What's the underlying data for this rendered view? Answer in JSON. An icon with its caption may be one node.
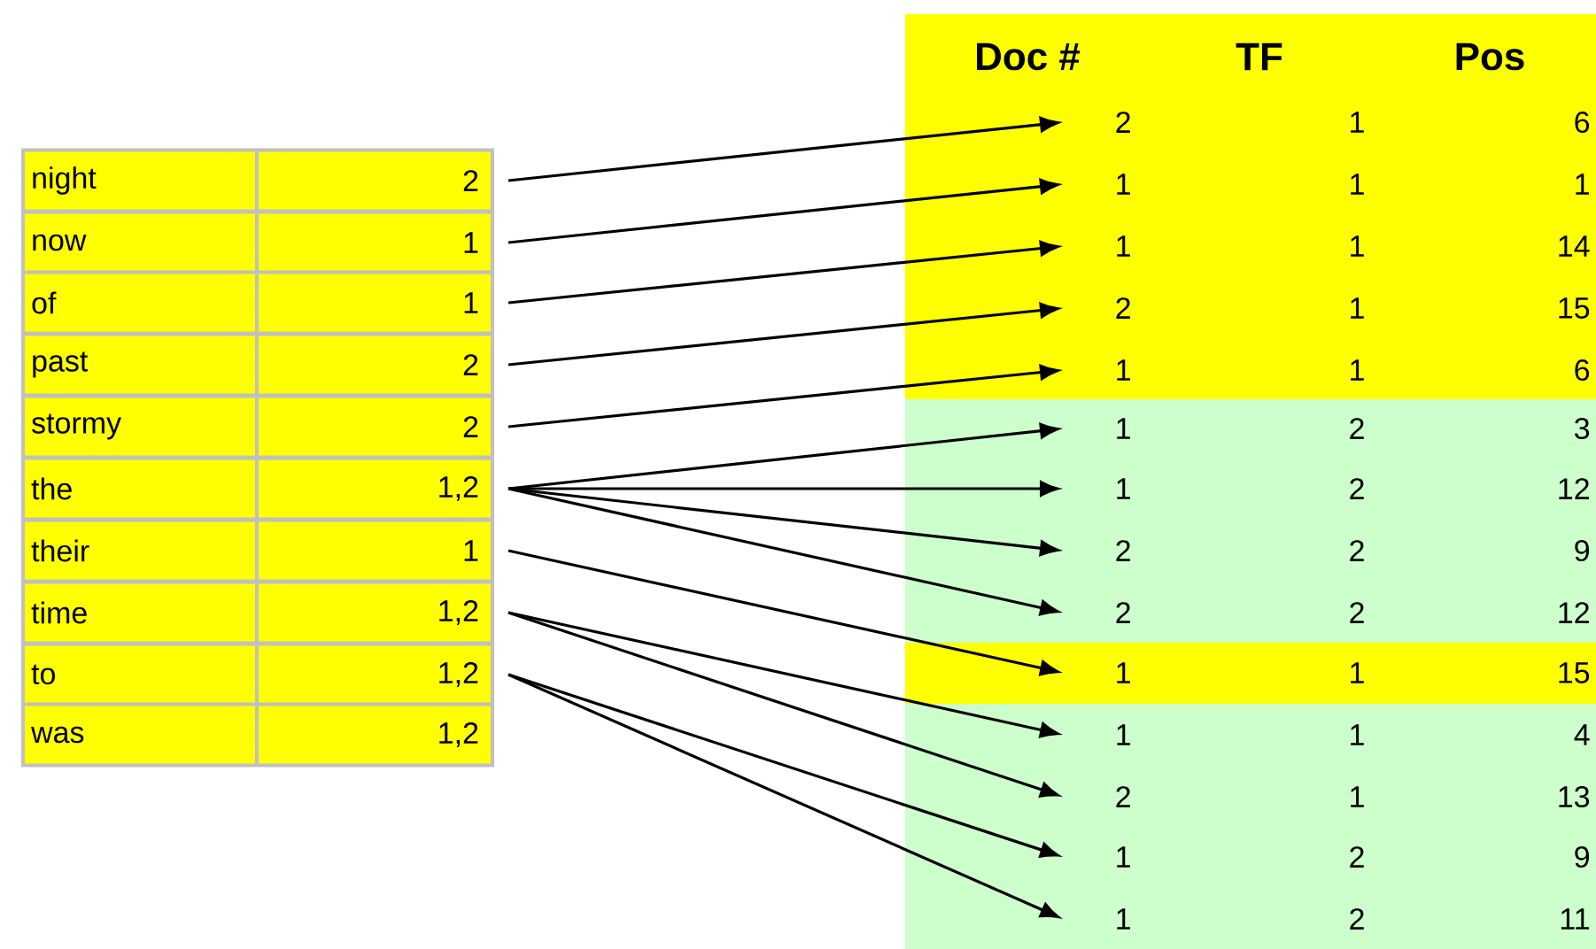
{
  "diagram": {
    "nodes": [
      {
        "text": [
          "night",
          "2"
        ]
      },
      {
        "text": [
          "now",
          "1"
        ]
      },
      {
        "text": [
          "of",
          "1"
        ]
      },
      {
        "text": [
          "past",
          "2"
        ]
      },
      {
        "text": [
          "stormy",
          "2"
        ]
      },
      {
        "text": [
          "the",
          "1,2"
        ]
      },
      {
        "text": [
          "their",
          "1"
        ]
      },
      {
        "text": [
          "time",
          "1,2"
        ]
      },
      {
        "text": [
          "to",
          "1,2"
        ]
      },
      {
        "text": [
          "was",
          "1,2"
        ]
      },
      {
        "text": [
          "2",
          "1",
          "6"
        ]
      },
      {
        "text": [
          "1",
          "1",
          "1"
        ]
      },
      {
        "text": [
          "1",
          "1",
          "14"
        ]
      },
      {
        "text": [
          "2",
          "1",
          "15"
        ]
      },
      {
        "text": [
          "1",
          "1",
          "6"
        ]
      },
      {
        "text": [
          "1",
          "2",
          "3"
        ]
      },
      {
        "text": [
          "1",
          "2",
          "12"
        ]
      },
      {
        "text": [
          "2",
          "2",
          "9"
        ]
      },
      {
        "text": [
          "2",
          "2",
          "12"
        ]
      },
      {
        "text": [
          "1",
          "1",
          "15"
        ]
      },
      {
        "text": [
          "1",
          "1",
          "4"
        ]
      },
      {
        "text": [
          "2",
          "1",
          "13"
        ]
      },
      {
        "text": [
          "1",
          "2",
          "9"
        ]
      },
      {
        "text": [
          "1",
          "2",
          "11"
        ]
      }
    ],
    "edges": [
      {
        "from": 0,
        "to": 10,
        "arrow": "to"
      },
      {
        "from": 1,
        "to": 11,
        "arrow": "to"
      },
      {
        "from": 2,
        "to": 12,
        "arrow": "to"
      },
      {
        "from": 3,
        "to": 13,
        "arrow": "to"
      },
      {
        "from": 4,
        "to": 14,
        "arrow": "to"
      },
      {
        "from": 5,
        "to": 15,
        "arrow": "to"
      },
      {
        "from": 5,
        "to": 16,
        "arrow": "to"
      },
      {
        "from": 5,
        "to": 17,
        "arrow": "to"
      },
      {
        "from": 5,
        "to": 18,
        "arrow": "to"
      },
      {
        "from": 6,
        "to": 19,
        "arrow": "to"
      },
      {
        "from": 7,
        "to": 20,
        "arrow": "to"
      },
      {
        "from": 7,
        "to": 21,
        "arrow": "to"
      },
      {
        "from": 8,
        "to": 22,
        "arrow": "to"
      },
      {
        "from": 8,
        "to": 23,
        "arrow": "to"
      }
    ],
    "labels": [
      "Doc #",
      "TF",
      "Pos"
    ]
  }
}
